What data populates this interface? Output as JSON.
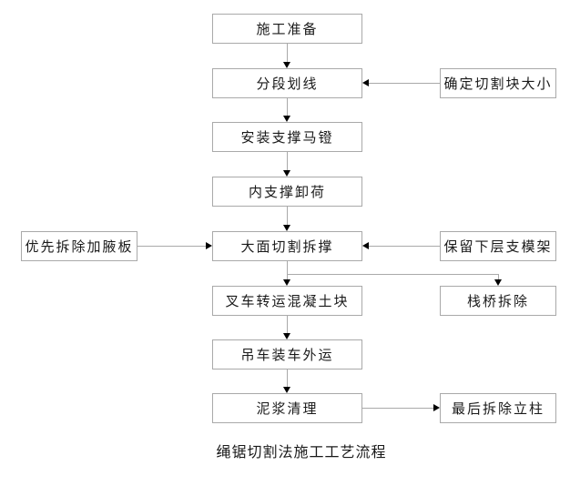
{
  "diagram": {
    "caption": "绳锯切割法施工工艺流程",
    "nodes": {
      "construction_prep": {
        "label": "施工准备"
      },
      "segment_marking": {
        "label": "分段划线"
      },
      "determine_block_size": {
        "label": "确定切割块大小"
      },
      "install_support_saddle": {
        "label": "安装支撑马镫"
      },
      "inner_support_unload": {
        "label": "内支撑卸荷"
      },
      "remove_haunch_first": {
        "label": "优先拆除加腋板"
      },
      "main_cut_remove_support": {
        "label": "大面切割拆撑"
      },
      "keep_lower_formwork": {
        "label": "保留下层支模架"
      },
      "forklift_transfer_blocks": {
        "label": "叉车转运混凝土块"
      },
      "trestle_removal": {
        "label": "栈桥拆除"
      },
      "crane_load_transport": {
        "label": "吊车装车外运"
      },
      "slurry_cleanup": {
        "label": "泥浆清理"
      },
      "remove_columns_last": {
        "label": "最后拆除立柱"
      }
    },
    "edges": [
      {
        "from": "construction_prep",
        "to": "segment_marking"
      },
      {
        "from": "determine_block_size",
        "to": "segment_marking"
      },
      {
        "from": "segment_marking",
        "to": "install_support_saddle"
      },
      {
        "from": "install_support_saddle",
        "to": "inner_support_unload"
      },
      {
        "from": "inner_support_unload",
        "to": "main_cut_remove_support"
      },
      {
        "from": "remove_haunch_first",
        "to": "main_cut_remove_support"
      },
      {
        "from": "keep_lower_formwork",
        "to": "main_cut_remove_support"
      },
      {
        "from": "main_cut_remove_support",
        "to": "forklift_transfer_blocks"
      },
      {
        "from": "main_cut_remove_support",
        "to": "trestle_removal"
      },
      {
        "from": "forklift_transfer_blocks",
        "to": "crane_load_transport"
      },
      {
        "from": "crane_load_transport",
        "to": "slurry_cleanup"
      },
      {
        "from": "slurry_cleanup",
        "to": "remove_columns_last"
      }
    ],
    "colors": {
      "box_border": "#a9a9a9",
      "connector_line": "#a9a9a9",
      "arrowhead": "#000000",
      "text": "#1a1a1a",
      "background": "#ffffff"
    }
  }
}
